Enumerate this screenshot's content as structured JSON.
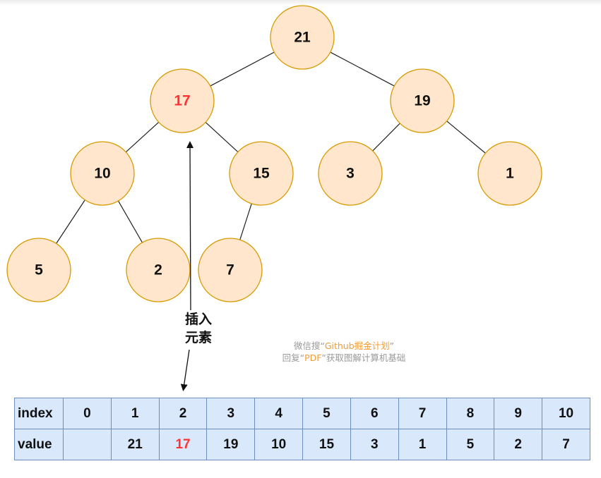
{
  "tree": {
    "nodes": [
      {
        "id": "n21",
        "label": "21",
        "highlight": false
      },
      {
        "id": "n17",
        "label": "17",
        "highlight": true
      },
      {
        "id": "n19",
        "label": "19",
        "highlight": false
      },
      {
        "id": "n10",
        "label": "10",
        "highlight": false
      },
      {
        "id": "n15",
        "label": "15",
        "highlight": false
      },
      {
        "id": "n3",
        "label": "3",
        "highlight": false
      },
      {
        "id": "n1",
        "label": "1",
        "highlight": false
      },
      {
        "id": "n5",
        "label": "5",
        "highlight": false
      },
      {
        "id": "n2",
        "label": "2",
        "highlight": false
      },
      {
        "id": "n7",
        "label": "7",
        "highlight": false
      }
    ],
    "edges": [
      [
        "n21",
        "n17"
      ],
      [
        "n21",
        "n19"
      ],
      [
        "n17",
        "n10"
      ],
      [
        "n17",
        "n15"
      ],
      [
        "n19",
        "n3"
      ],
      [
        "n19",
        "n1"
      ],
      [
        "n10",
        "n5"
      ],
      [
        "n10",
        "n2"
      ],
      [
        "n15",
        "n7"
      ]
    ]
  },
  "annotation": {
    "line1": "插入",
    "line2": "元素"
  },
  "watermark": {
    "line1_prefix": "微信搜“",
    "line1_highlight": "Github掘金计划",
    "line1_suffix": "”",
    "line2_prefix": "回复“",
    "line2_highlight": "PDF",
    "line2_suffix": "”获取图解计算机基础",
    "highlight_color": "#f39c33"
  },
  "array_table": {
    "index_label": "index",
    "value_label": "value",
    "indices": [
      "0",
      "1",
      "2",
      "3",
      "4",
      "5",
      "6",
      "7",
      "8",
      "9",
      "10"
    ],
    "values": [
      "",
      "21",
      "17",
      "19",
      "10",
      "15",
      "3",
      "1",
      "5",
      "2",
      "7"
    ],
    "highlight_index": "2"
  },
  "colors": {
    "node_fill": "#ffe6cc",
    "node_stroke": "#d79b00",
    "highlight_text": "#ff3333",
    "table_fill": "#dae8fc",
    "table_border": "#6c8ebf"
  }
}
